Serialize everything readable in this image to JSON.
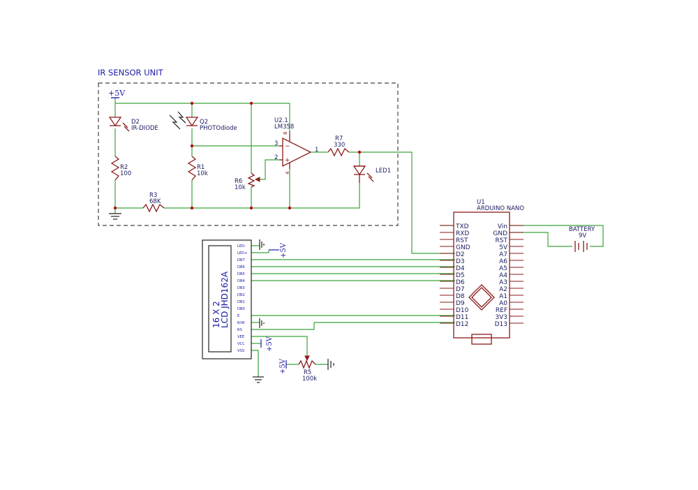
{
  "title": "IR SENSOR UNIT",
  "power": {
    "label": "+5V"
  },
  "components": {
    "d2": {
      "ref": "D2",
      "value": "IR-DIODE"
    },
    "q2": {
      "ref": "Q2",
      "value": "PHOTOdiode"
    },
    "u2": {
      "ref": "U2.1",
      "value": "LM358",
      "pin8": "8",
      "pin4": "4",
      "pin3": "3",
      "pin2": "2",
      "pin1": "1"
    },
    "r7": {
      "ref": "R7",
      "value": "330"
    },
    "led1": {
      "ref": "LED1"
    },
    "r2": {
      "ref": "R2",
      "value": "100"
    },
    "r1": {
      "ref": "R1",
      "value": "10k"
    },
    "r6": {
      "ref": "R6",
      "value": "10k"
    },
    "r3": {
      "ref": "R3",
      "value": "68K"
    },
    "r5": {
      "ref": "R5",
      "value": "100k"
    },
    "battery": {
      "ref": "BATTERY",
      "value": "9V"
    },
    "u1": {
      "ref": "U1",
      "value": "ARDUINO NANO"
    }
  },
  "arduino": {
    "left_pins": [
      "TXD",
      "RXD",
      "RST",
      "GND",
      "D2",
      "D3",
      "D4",
      "D5",
      "D6",
      "D7",
      "D8",
      "D9",
      "D10",
      "D11",
      "D12"
    ],
    "right_pins": [
      "Vin",
      "GND",
      "RST",
      "5V",
      "A7",
      "A6",
      "A5",
      "A4",
      "A3",
      "A2",
      "A1",
      "A0",
      "REF",
      "3V3",
      "D13"
    ]
  },
  "lcd": {
    "line1": "16 X 2",
    "line2": "LCD JHD162A",
    "pins": [
      "LED-",
      "LED+",
      "DB7",
      "DB6",
      "DB5",
      "DB4",
      "DB3",
      "DB2",
      "DB1",
      "DB0",
      "E",
      "R/W",
      "RS",
      "VEE",
      "VCC",
      "VSS"
    ]
  }
}
